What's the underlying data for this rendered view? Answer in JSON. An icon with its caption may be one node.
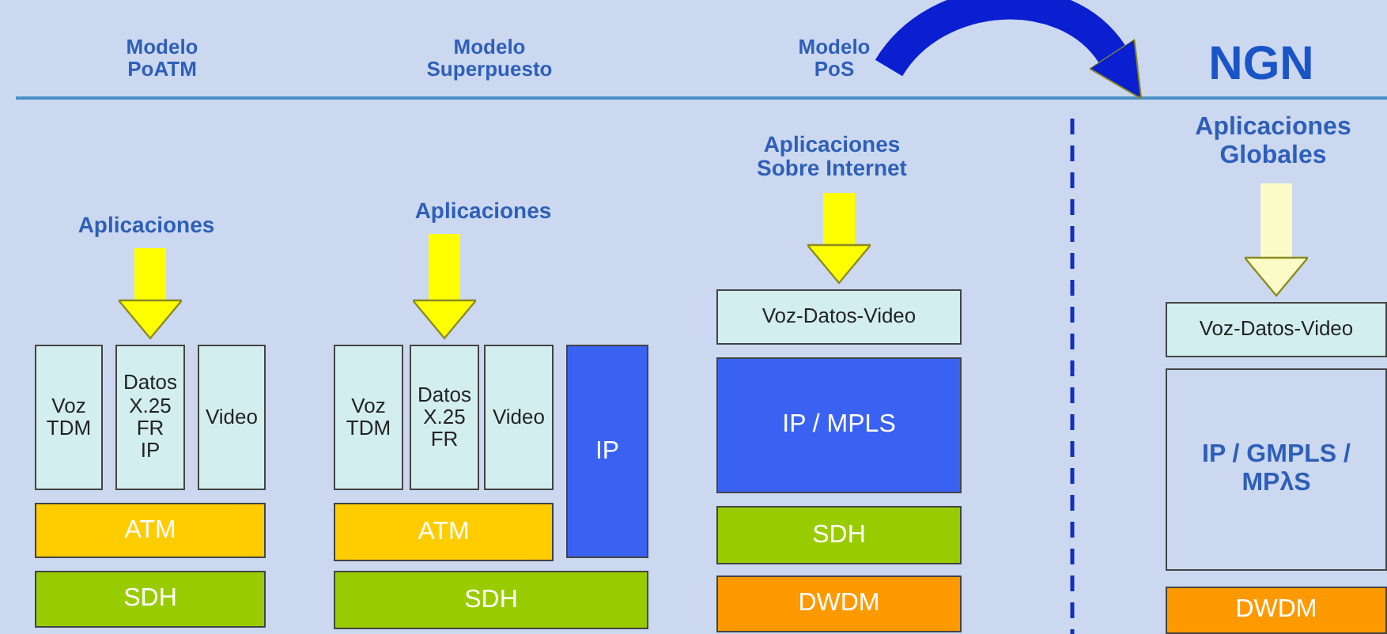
{
  "diagram": {
    "nodes": [
      {
        "text": [
          "Modelo PoATM"
        ]
      },
      {
        "text": [
          "Modelo Superpuesto"
        ]
      },
      {
        "text": [
          "Modelo PoS"
        ]
      },
      {
        "text": [
          "NGN"
        ]
      },
      {
        "text": [
          "Aplicaciones"
        ]
      },
      {
        "text": [
          "Voz TDM"
        ]
      },
      {
        "text": [
          "Datos X.25 FR IP"
        ]
      },
      {
        "text": [
          "Video"
        ]
      },
      {
        "text": [
          "ATM"
        ]
      },
      {
        "text": [
          "SDH"
        ]
      },
      {
        "text": [
          "Aplicaciones"
        ]
      },
      {
        "text": [
          "Voz TDM"
        ]
      },
      {
        "text": [
          "Datos X.25 FR"
        ]
      },
      {
        "text": [
          "Video"
        ]
      },
      {
        "text": [
          "IP"
        ]
      },
      {
        "text": [
          "ATM"
        ]
      },
      {
        "text": [
          "SDH"
        ]
      },
      {
        "text": [
          "Aplicaciones Sobre Internet"
        ]
      },
      {
        "text": [
          "Voz-Datos-Video"
        ]
      },
      {
        "text": [
          "IP / MPLS"
        ]
      },
      {
        "text": [
          "SDH"
        ]
      },
      {
        "text": [
          "DWDM"
        ]
      },
      {
        "text": [
          "Aplicaciones Globales"
        ]
      },
      {
        "text": [
          "Voz-Datos-Video"
        ]
      },
      {
        "text": [
          "IP / GMPLS / MPλS"
        ]
      },
      {
        "text": [
          "DWDM"
        ]
      }
    ],
    "edges": [
      {
        "from": 2,
        "to": 3,
        "arrow": "to",
        "color": "#0a1fd0"
      },
      {
        "from": 4,
        "to": 6,
        "arrow": "to"
      },
      {
        "from": 10,
        "to": 12,
        "arrow": "to"
      },
      {
        "from": 17,
        "to": 18,
        "arrow": "to"
      },
      {
        "from": 22,
        "to": 23,
        "arrow": "to",
        "color": "#fbfbc8"
      }
    ]
  }
}
